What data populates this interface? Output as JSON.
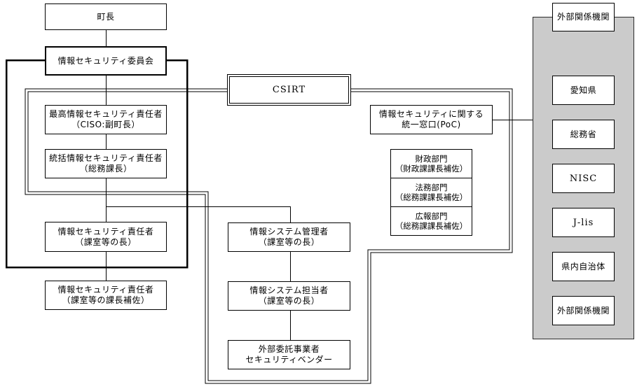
{
  "diagram": {
    "kind": "organization-security-chart",
    "colors": {
      "panel_bg": "#cbcbcb",
      "box_bg": "#ffffff",
      "line": "#000000"
    },
    "nodes": {
      "mayor": {
        "label": "町長"
      },
      "security_committee": {
        "label": "情報セキュリティ委員会"
      },
      "ciso": {
        "line1": "最高情報セキュリティ責任者",
        "line2": "（CISO:副町長）"
      },
      "general_officer": {
        "line1": "統括情報セキュリティ責任者",
        "line2": "（総務課長）"
      },
      "security_officer_head": {
        "line1": "情報セキュリティ責任者",
        "line2": "（課室等の長）"
      },
      "security_officer_assistant": {
        "line1": "情報セキュリティ責任者",
        "line2": "（課室等の課長補佐）"
      },
      "csirt": {
        "label": "CSIRT"
      },
      "poc": {
        "line1": "情報セキュリティに関する",
        "line2": "統一窓口(PoC)"
      },
      "finance_dept": {
        "line1": "財政部門",
        "line2": "（財政課課長補佐）"
      },
      "legal_dept": {
        "line1": "法務部門",
        "line2": "（総務課課長補佐）"
      },
      "pr_dept": {
        "line1": "広報部門",
        "line2": "（総務課課長補佐）"
      },
      "system_manager": {
        "line1": "情報システム管理者",
        "line2": "（課室等の長）"
      },
      "system_staff": {
        "line1": "情報システム担当者",
        "line2": "（課室等の長）"
      },
      "vendor": {
        "line1": "外部委託事業者",
        "line2": "セキュリティベンダー"
      },
      "external_header": {
        "label": "外部関係機関"
      },
      "aichi": {
        "label": "愛知県"
      },
      "mic": {
        "label": "総務省"
      },
      "nisc": {
        "label": "NISC"
      },
      "jlis": {
        "label": "J-lis"
      },
      "pref_municipalities": {
        "label": "県内自治体"
      },
      "external_footer": {
        "label": "外部関係機関"
      }
    }
  }
}
